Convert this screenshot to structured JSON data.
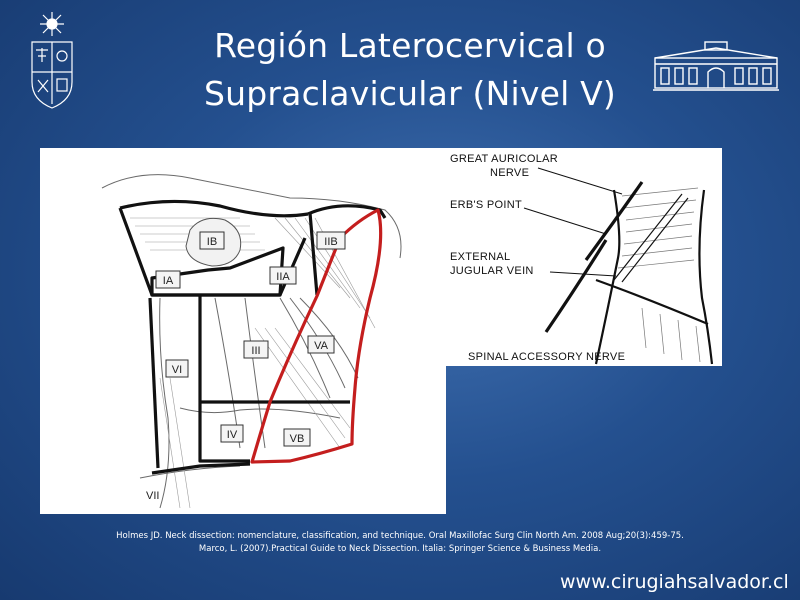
{
  "title": {
    "line1": "Región Laterocervical o",
    "line2": "Supraclavicular (Nivel V)"
  },
  "logos": {
    "left": "university-crest-icon",
    "right": "hospital-building-icon"
  },
  "neck_diagram": {
    "levels": [
      "IA",
      "IB",
      "IIA",
      "IIB",
      "III",
      "IV",
      "VA",
      "VB",
      "VI",
      "VII"
    ],
    "highlight_color": "#c41e1e"
  },
  "nerve_diagram": {
    "labels": [
      "GREAT AURICOLAR NERVE",
      "ERB'S POINT",
      "EXTERNAL JUGULAR VEIN",
      "SPINAL ACCESSORY NERVE"
    ]
  },
  "citations": [
    "Holmes JD. Neck dissection: nomenclature, classification, and technique. Oral Maxillofac Surg Clin North Am. 2008 Aug;20(3):459-75.",
    "Marco, L. (2007).Practical Guide to Neck Dissection. Italia: Springer Science & Business Media."
  ],
  "footer": {
    "url": "www.cirugiahsalvador.cl"
  },
  "colors": {
    "background": "#24508f",
    "text": "#ffffff",
    "highlight": "#c41e1e"
  }
}
